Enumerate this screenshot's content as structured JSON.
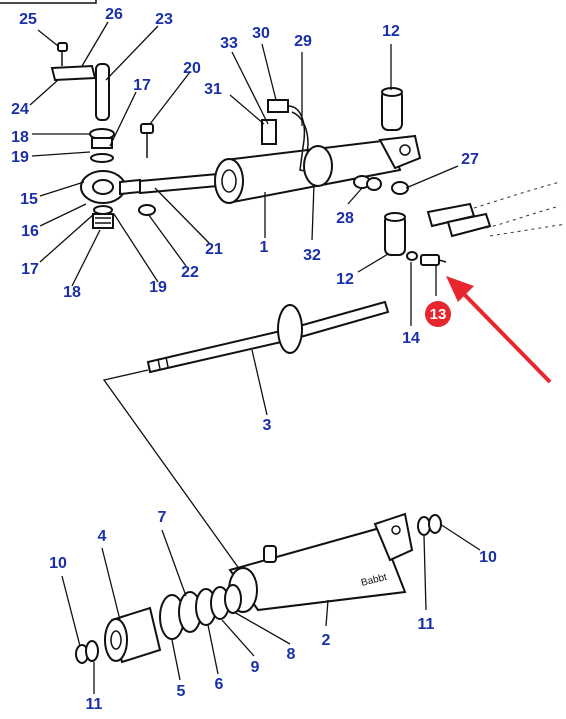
{
  "labels": [
    {
      "id": "25a",
      "text": "25"
    },
    {
      "id": "26",
      "text": "26"
    },
    {
      "id": "23",
      "text": "23"
    },
    {
      "id": "24",
      "text": "24"
    },
    {
      "id": "17a",
      "text": "17"
    },
    {
      "id": "18a",
      "text": "18"
    },
    {
      "id": "19a",
      "text": "19"
    },
    {
      "id": "15",
      "text": "15"
    },
    {
      "id": "16",
      "text": "16"
    },
    {
      "id": "17b",
      "text": "17"
    },
    {
      "id": "18b",
      "text": "18"
    },
    {
      "id": "19b",
      "text": "19"
    },
    {
      "id": "20",
      "text": "20"
    },
    {
      "id": "21",
      "text": "21"
    },
    {
      "id": "22",
      "text": "22"
    },
    {
      "id": "33",
      "text": "33"
    },
    {
      "id": "30",
      "text": "30"
    },
    {
      "id": "31",
      "text": "31"
    },
    {
      "id": "29",
      "text": "29"
    },
    {
      "id": "1",
      "text": "1"
    },
    {
      "id": "32",
      "text": "32"
    },
    {
      "id": "12a",
      "text": "12"
    },
    {
      "id": "27",
      "text": "27"
    },
    {
      "id": "28",
      "text": "28"
    },
    {
      "id": "12b",
      "text": "12"
    },
    {
      "id": "14",
      "text": "14"
    },
    {
      "id": "3",
      "text": "3"
    },
    {
      "id": "7",
      "text": "7"
    },
    {
      "id": "4",
      "text": "4"
    },
    {
      "id": "10a",
      "text": "10"
    },
    {
      "id": "10b",
      "text": "10"
    },
    {
      "id": "11a",
      "text": "11"
    },
    {
      "id": "11b",
      "text": "11"
    },
    {
      "id": "2",
      "text": "2"
    },
    {
      "id": "5",
      "text": "5"
    },
    {
      "id": "6",
      "text": "6"
    },
    {
      "id": "9",
      "text": "9"
    },
    {
      "id": "8",
      "text": "8"
    }
  ],
  "highlight": {
    "text": "13",
    "color": "#e8262d"
  },
  "arrow_color": "#e8262d",
  "label_color": "#1b2fa8",
  "cylinder_marking": "Babbt"
}
